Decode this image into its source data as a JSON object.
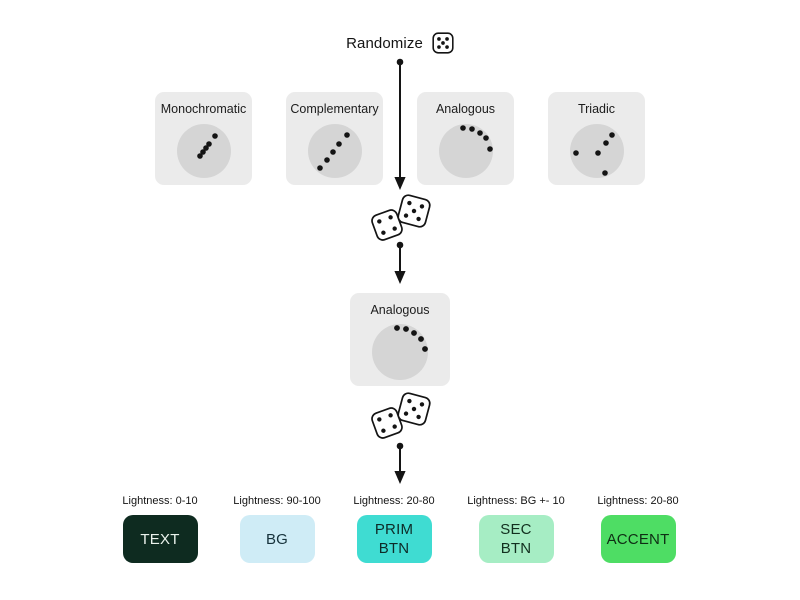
{
  "header": {
    "title": "Randomize",
    "icon": "die-five-icon"
  },
  "scheme_options": [
    {
      "label": "Monochromatic",
      "dots": [
        [
          -4,
          5
        ],
        [
          -1,
          1
        ],
        [
          2,
          -3
        ],
        [
          5,
          -7
        ],
        [
          11,
          -15
        ]
      ]
    },
    {
      "label": "Complementary",
      "dots": [
        [
          -15,
          17
        ],
        [
          -8,
          9
        ],
        [
          -2,
          1
        ],
        [
          4,
          -7
        ],
        [
          12,
          -16
        ]
      ]
    },
    {
      "label": "Analogous",
      "dots": [
        [
          -3,
          -23
        ],
        [
          6,
          -22
        ],
        [
          14,
          -18
        ],
        [
          20,
          -13
        ],
        [
          24,
          -2
        ]
      ]
    },
    {
      "label": "Triadic",
      "dots": [
        [
          -21,
          2
        ],
        [
          1,
          2
        ],
        [
          9,
          -8
        ],
        [
          15,
          -16
        ],
        [
          8,
          22
        ]
      ]
    }
  ],
  "selected_scheme": {
    "label": "Analogous",
    "dots": [
      [
        -3,
        -24
      ],
      [
        6,
        -23
      ],
      [
        14,
        -19
      ],
      [
        21,
        -13
      ],
      [
        25,
        -3
      ]
    ]
  },
  "palette": [
    {
      "lightness": "Lightness: 0-10",
      "label": "TEXT",
      "color": "#0e2b20",
      "text_color": "#eaf2ec"
    },
    {
      "lightness": "Lightness: 90-100",
      "label": "BG",
      "color": "#cfecf6",
      "text_color": "#16323b"
    },
    {
      "lightness": "Lightness: 20-80",
      "label": "PRIM\nBTN",
      "color": "#3fdcd2",
      "text_color": "#0e2b28"
    },
    {
      "lightness": "Lightness: BG +- 10",
      "label": "SEC\nBTN",
      "color": "#a6edc4",
      "text_color": "#12301f"
    },
    {
      "lightness": "Lightness: 20-80",
      "label": "ACCENT",
      "color": "#4edd64",
      "text_color": "#0f2e14"
    }
  ],
  "colors": {
    "ink": "#141414",
    "card_bg": "#ebebeb",
    "wheel_fill": "#d5d5d5",
    "dot": "#141414"
  }
}
